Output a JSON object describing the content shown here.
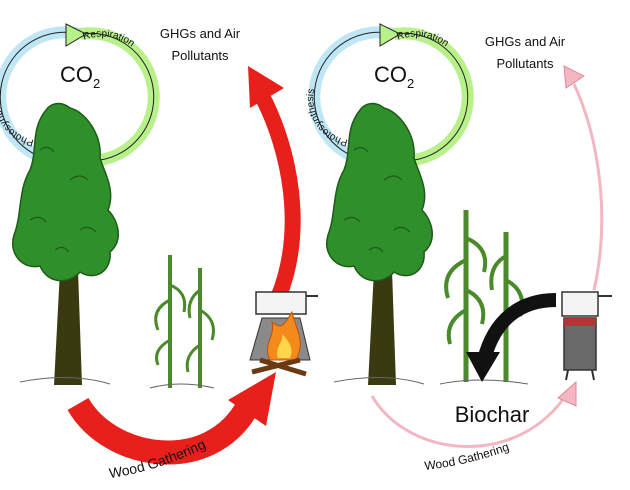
{
  "panels": [
    {
      "co2_main": "CO",
      "co2_sub": "2",
      "cycle_left_label": "Photosynthesis",
      "cycle_right_label": "Respiration",
      "emissions_line1": "GHGs and Air",
      "emissions_line2": "Pollutants",
      "gathering_label": "Wood Gathering",
      "arrow_color": "#e8201c"
    },
    {
      "co2_main": "CO",
      "co2_sub": "2",
      "cycle_left_label": "Photosynthesis",
      "cycle_right_label": "Respiration",
      "emissions_line1": "GHGs and Air",
      "emissions_line2": "Pollutants",
      "gathering_label": "Wood Gathering",
      "product_label": "Biochar",
      "arrow_color": "#f3b6c2"
    }
  ],
  "colors": {
    "tree_foliage": "#2f8f2a",
    "tree_trunk": "#3a3a10",
    "cycle_green": "#b8f08a",
    "cycle_blue": "#bfe6f5",
    "fire": "#f48a1c",
    "biochar_arrow": "#111111"
  }
}
